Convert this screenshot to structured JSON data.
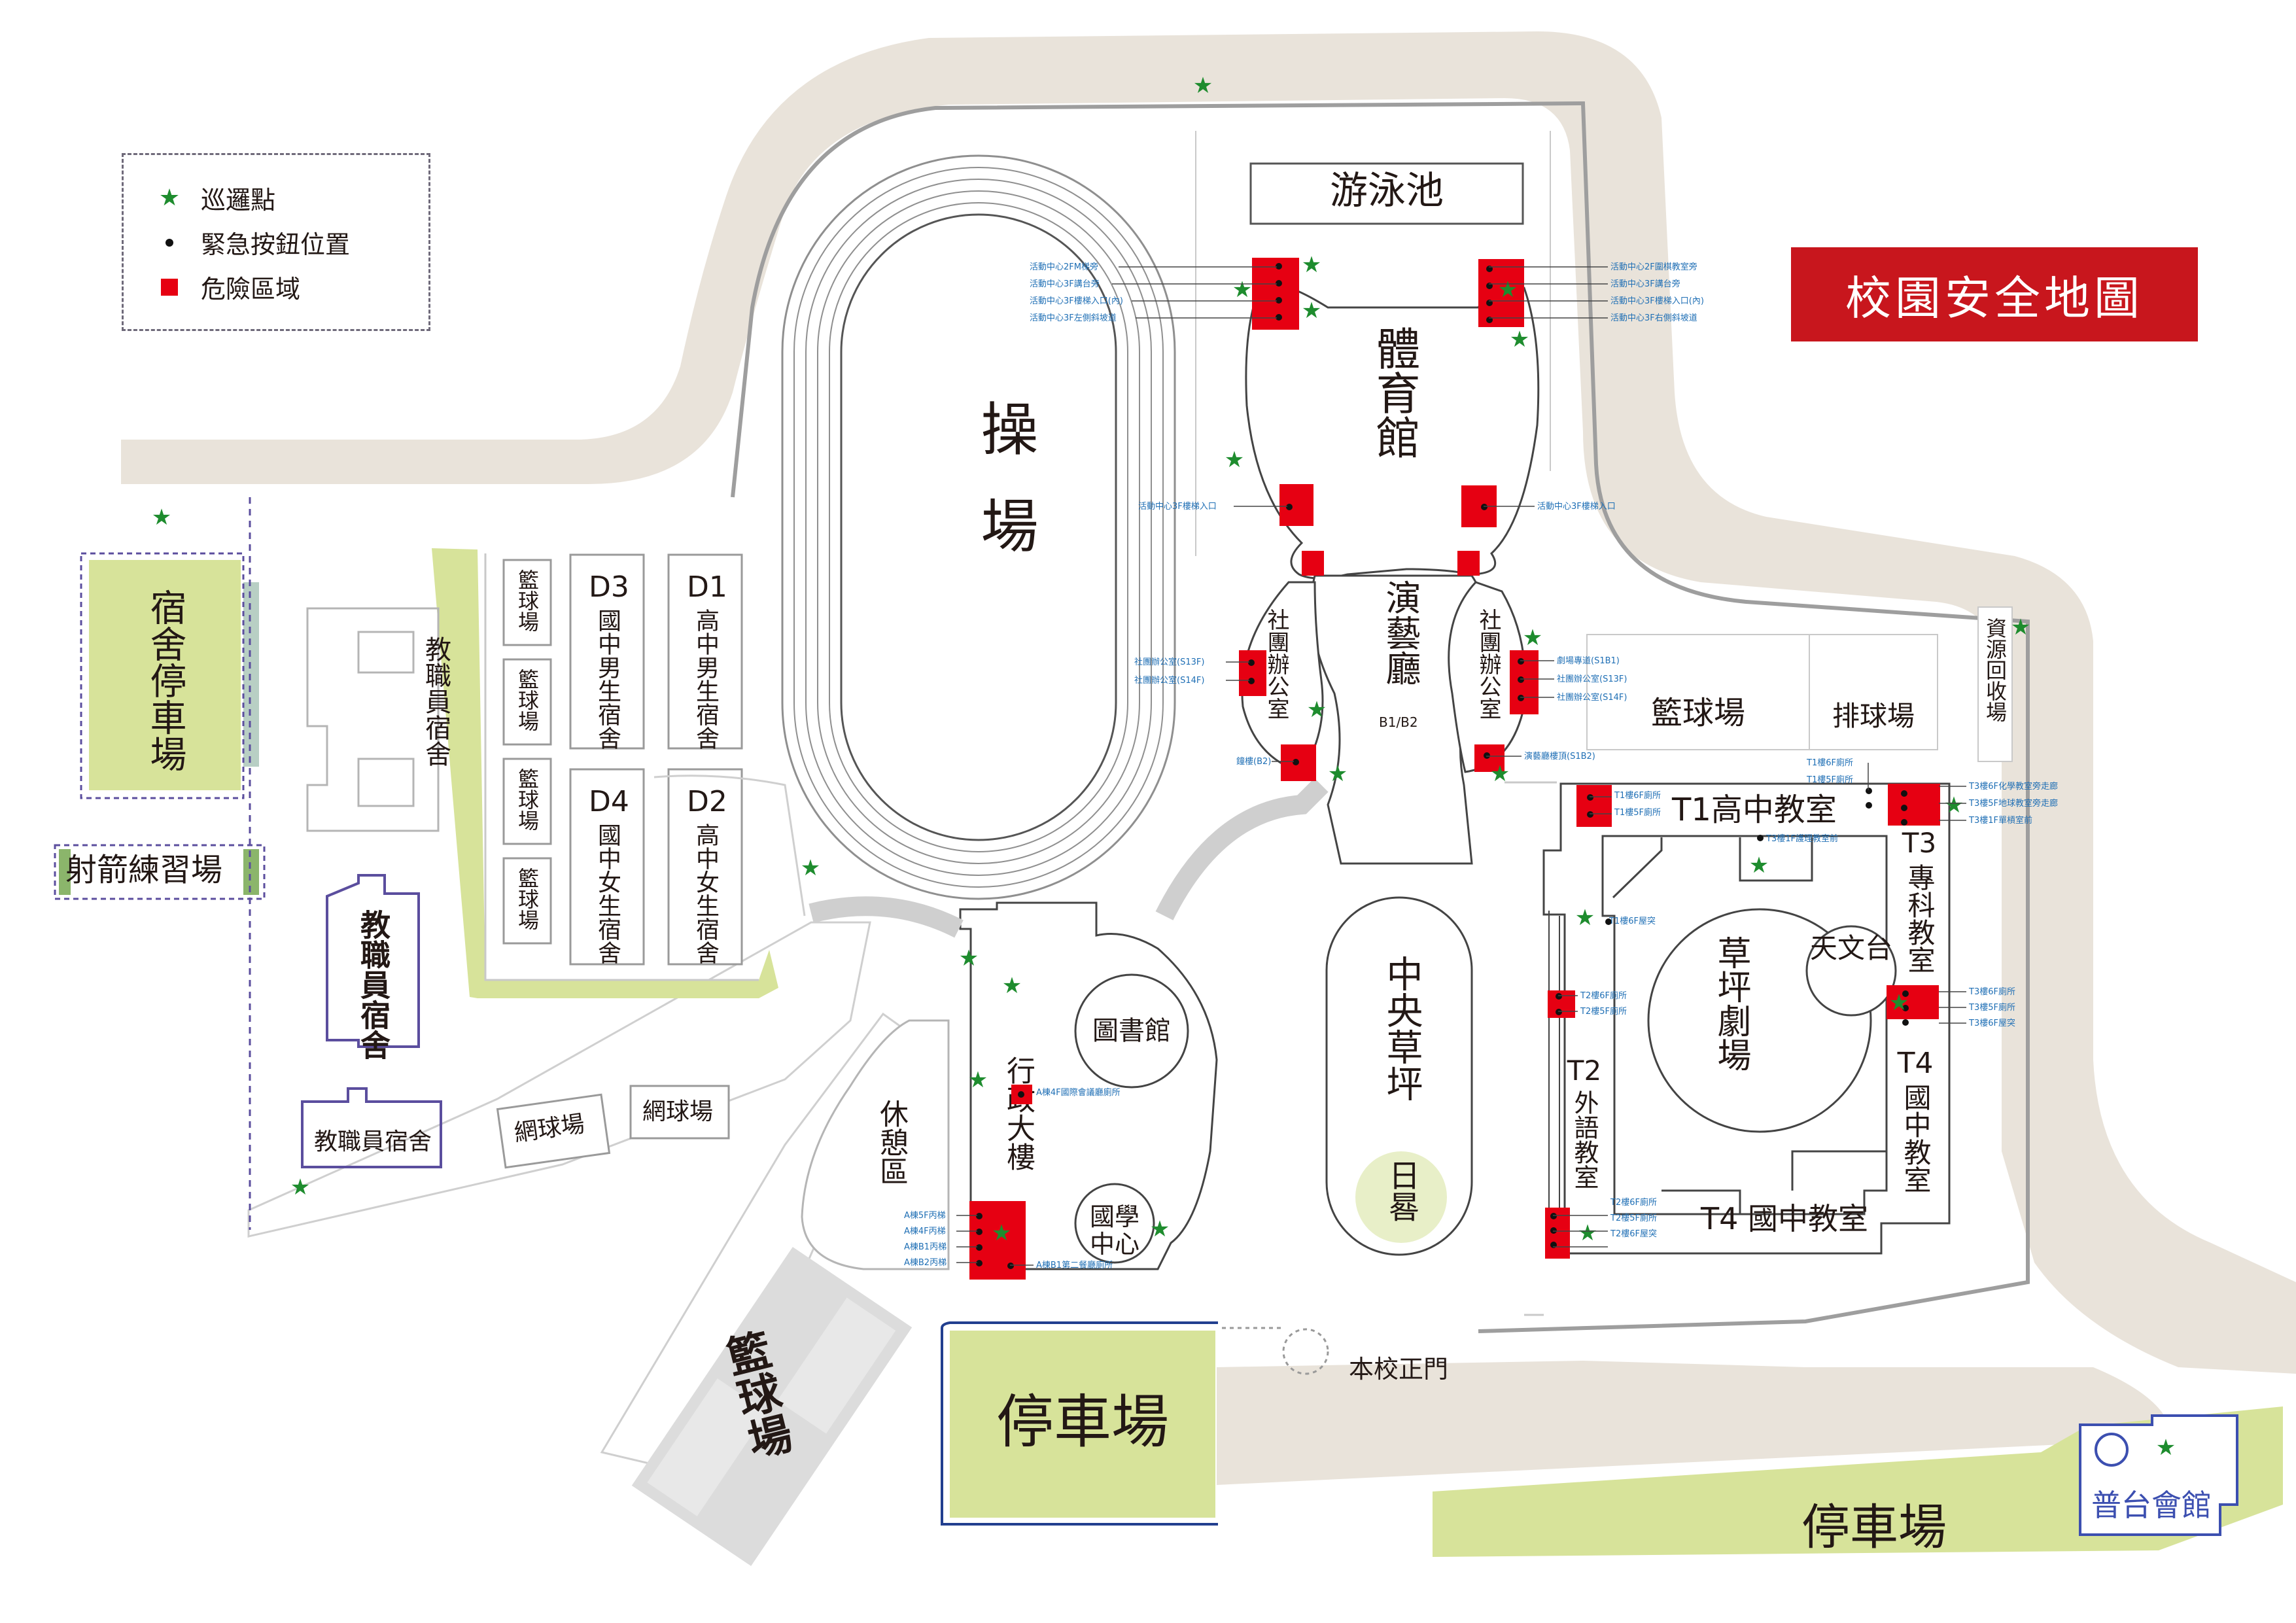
{
  "title": "校園安全地圖",
  "colors": {
    "road": "#e9e3da",
    "green_area": "#d7e39a",
    "grey_block": "#dcdcdc",
    "danger_red": "#e60012",
    "patrol_green": "#1e8c2e",
    "small_label_blue": "#1f6fb5",
    "title_bg": "#c8161d",
    "outline_purple": "#5b4e9e"
  },
  "legend": {
    "patrol": {
      "icon": "star-icon",
      "label": "巡邏點"
    },
    "button": {
      "icon": "dot-icon",
      "label": "緊急按鈕位置"
    },
    "danger": {
      "icon": "square-icon",
      "label": "危險區域"
    }
  },
  "places": {
    "dorm_parking": "宿舍停車場",
    "archery": "射箭練習場",
    "staff_dorm_a": "教職員宿舍",
    "staff_dorm_b": "教職員宿舍",
    "staff_dorm_c": "教職員宿舍",
    "court1": "籃球場",
    "court2": "籃球場",
    "court3": "籃球場",
    "court4": "籃球場",
    "d3": {
      "code": "D3",
      "name": "國中男生宿舍"
    },
    "d1": {
      "code": "D1",
      "name": "高中男生宿舍"
    },
    "d4": {
      "code": "D4",
      "name": "國中女生宿舍"
    },
    "d2": {
      "code": "D2",
      "name": "高中女生宿舍"
    },
    "tennis1": "網球場",
    "tennis2": "網球場",
    "track": "操場",
    "pool": "游泳池",
    "gym": "體育館",
    "theater": "演藝廳",
    "theater_sub": "B1/B2",
    "club_left": "社團辦公室",
    "club_right": "社團辦公室",
    "admin": "行政大樓",
    "library": "圖書館",
    "national_center": "國學中心",
    "rest_area": "休憩區",
    "central_lawn": "中央草坪",
    "sundial": "日晷",
    "court_bottom": "籃球場",
    "parking_main": "停車場",
    "parking_south": "停車場",
    "main_gate": "本校正門",
    "putai": "普台會館",
    "recycle": "資源回收場",
    "basketball_right": "籃球場",
    "volleyball": "排球場",
    "t1": "T1高中教室",
    "t3": {
      "code": "T3",
      "name": "專科教室"
    },
    "t2": {
      "code": "T2",
      "name": "外語教室"
    },
    "t4_side": {
      "code": "T4",
      "name": "國中教室"
    },
    "t4_bottom": "T4 國中教室",
    "lawn_theater": "草坪劇場",
    "observatory": "天文台"
  },
  "labels": {
    "gym_left": [
      "活動中心2FM梯旁",
      "活動中心3F講台旁",
      "活動中心3F樓梯入口(內)",
      "活動中心3F左側斜坡道"
    ],
    "gym_right": [
      "活動中心2F圍棋教室旁",
      "活動中心3F講台旁",
      "活動中心3F樓梯入口(內)",
      "活動中心3F右側斜坡道"
    ],
    "gym_entry_left": "活動中心3F樓梯入口",
    "gym_entry_right": "活動中心3F樓梯入口",
    "club_left": [
      "社團辦公室(S13F)",
      "社團辦公室(S14F)"
    ],
    "club_right": [
      "劇場專道(S1B1)",
      "社團辦公室(S13F)",
      "社團辦公室(S14F)"
    ],
    "theater_left": "鐘樓(B2)",
    "theater_right": "演藝廳樓頂(S1B2)",
    "t1_right": [
      "T1樓6F廁所",
      "T1樓5F廁所"
    ],
    "t1_left": [
      "T1樓6F廁所",
      "T1樓5F廁所"
    ],
    "t1_inner": "T3樓1F護理教室前",
    "t3_top": [
      "T3樓6F化學教室旁走廊",
      "T3樓5F地球教室旁走廊",
      "T3樓1F單槓室前"
    ],
    "t3_mid": [
      "T3樓6F廁所",
      "T3樓5F廁所",
      "T3樓6F屋突"
    ],
    "t1_roof": "T1樓6F屋突",
    "t2_mid": [
      "T2樓6F廁所",
      "T2樓5F廁所"
    ],
    "t2_bottom": [
      "T2樓6F廁所",
      "T2樓5F廁所",
      "T2樓6F屋突"
    ],
    "admin_side": "A棟4F國際會議廳廁所",
    "admin_stairs": [
      "A棟5F丙梯",
      "A棟4F丙梯",
      "A棟B1丙梯",
      "A棟B2丙梯"
    ],
    "admin_bottom": "A棟B1第二餐廳廁所"
  }
}
